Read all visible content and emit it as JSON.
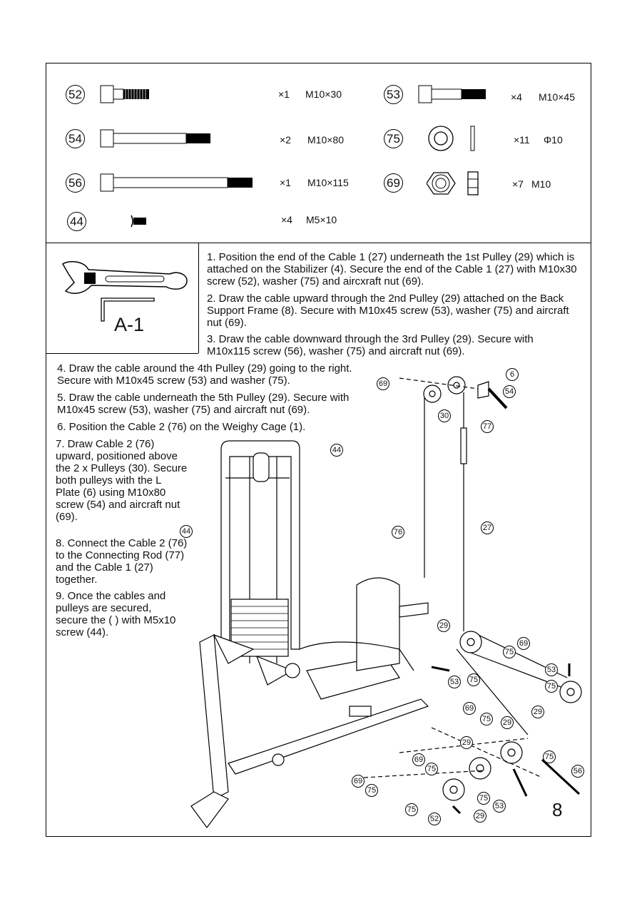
{
  "parts": [
    {
      "num": "52",
      "qty": "×1",
      "size": "M10×30"
    },
    {
      "num": "53",
      "qty": "×4",
      "size": "M10×45"
    },
    {
      "num": "54",
      "qty": "×2",
      "size": "M10×80"
    },
    {
      "num": "75",
      "qty": "×11",
      "size": "Φ10"
    },
    {
      "num": "56",
      "qty": "×1",
      "size": "M10×115"
    },
    {
      "num": "69",
      "qty": "×7",
      "size": "M10"
    },
    {
      "num": "44",
      "qty": "×4",
      "size": "M5×10"
    }
  ],
  "tool_label": "A-1",
  "steps": [
    "1. Position the end of the Cable 1 (27) underneath the 1st Pulley (29) which is attached on the Stabilizer (4). Secure the end of the Cable 1 (27) with M10x30 screw (52), washer (75) and aircxraft nut (69).",
    "2. Draw the cable upward through the 2nd Pulley (29) attached on the Back Support Frame (8). Secure with M10x45 screw (53), washer (75) and aircraft nut (69).",
    "3. Draw the cable downward through the 3rd Pulley (29). Secure with M10x115 screw (56), washer (75) and aircraft nut (69).",
    "4. Draw the cable around the 4th Pulley (29) going to the right. Secure with M10x45 screw (53) and  washer (75).",
    "5. Draw the cable underneath the 5th Pulley (29). Secure with M10x45 screw (53), washer (75) and aircraft nut (69).",
    "6. Position the Cable 2 (76) on the Weighy Cage (1).",
    "7. Draw Cable 2 (76) upward, positioned above the 2 x Pulleys (30). Secure both pulleys with the  L Plate (6) using  M10x80 screw (54) and aircraft nut (69).",
    "8. Connect the Cable 2 (76) to the Connecting Rod (77) and  the Cable 1 (27) together.",
    "9. Once the cables and pulleys are secured, secure the ( ) with  M5x10 screw (44)."
  ],
  "callouts": [
    "69",
    "6",
    "54",
    "30",
    "77",
    "44",
    "44",
    "76",
    "27",
    "29",
    "69",
    "75",
    "53",
    "75",
    "53",
    "75",
    "29",
    "69",
    "75",
    "29",
    "29",
    "69",
    "75",
    "75",
    "56",
    "69",
    "75",
    "53",
    "75",
    "29",
    "52"
  ],
  "page_number": "8"
}
